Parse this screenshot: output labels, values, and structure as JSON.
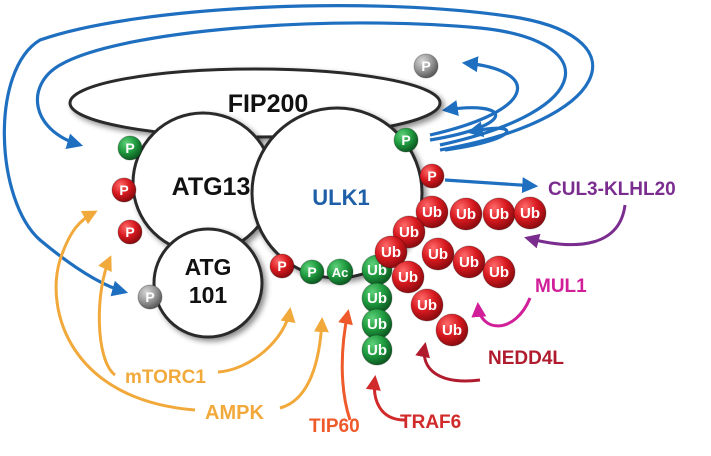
{
  "complex": {
    "fip200": "FIP200",
    "atg13": "ATG13",
    "atg101_line1": "ATG",
    "atg101_line2": "101",
    "ulk1": "ULK1"
  },
  "marks": {
    "p": "P",
    "ac": "Ac",
    "ub": "Ub"
  },
  "regulators": {
    "cul3": "CUL3-KLHL20",
    "mul1": "MUL1",
    "nedd4l": "NEDD4L",
    "mtorc1": "mTORC1",
    "ampk": "AMPK",
    "tip60": "TIP60",
    "traf6": "TRAF6"
  },
  "colors": {
    "phospho_red": "#d7191f",
    "phospho_green": "#1f9a3f",
    "phospho_grey": "#9a9a9a",
    "ubiquitin_red": "#d7191f",
    "ubiquitin_green": "#1f9a3f",
    "acetyl_green": "#1f9a3f",
    "arrow_blue": "#1f6fc0",
    "cul3_purple": "#7a2d8f",
    "mul1_magenta": "#d11f9a",
    "nedd4l_darkred": "#b01c2e",
    "mtorc1_orange": "#f2a93b",
    "ampk_orange": "#f2a93b",
    "tip60_orange": "#ef5a2a",
    "traf6_red": "#d02a2a",
    "ulk1_text": "#1f5fa8"
  }
}
